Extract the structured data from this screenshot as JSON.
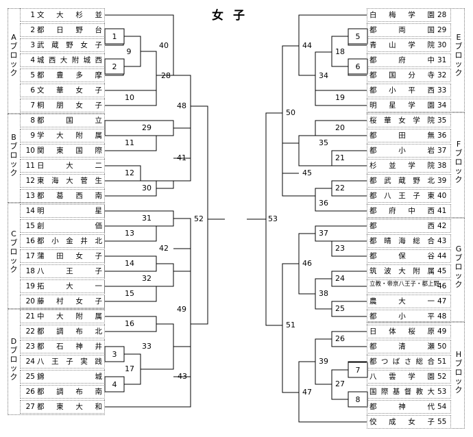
{
  "title": "女子",
  "left_blocks": [
    {
      "label": "Aブロック",
      "teams": [
        {
          "no": "1",
          "name": "文大杉並"
        },
        {
          "no": "2",
          "name": "都日野台"
        },
        {
          "no": "3",
          "name": "武蔵野女子"
        },
        {
          "no": "4",
          "name": "城西大附城西"
        },
        {
          "no": "5",
          "name": "都豊多摩"
        },
        {
          "no": "6",
          "name": "文華女子"
        },
        {
          "no": "7",
          "name": "桐朋女子"
        }
      ]
    },
    {
      "label": "Bブロック",
      "teams": [
        {
          "no": "8",
          "name": "都国立"
        },
        {
          "no": "9",
          "name": "学大附属"
        },
        {
          "no": "10",
          "name": "関東国際"
        },
        {
          "no": "11",
          "name": "日大二"
        },
        {
          "no": "12",
          "name": "東海大菅生"
        },
        {
          "no": "13",
          "name": "都葛西南"
        }
      ]
    },
    {
      "label": "Cブロック",
      "teams": [
        {
          "no": "14",
          "name": "明星"
        },
        {
          "no": "15",
          "name": "創価"
        },
        {
          "no": "16",
          "name": "都小金井北"
        },
        {
          "no": "17",
          "name": "蒲田女子"
        },
        {
          "no": "18",
          "name": "八王子"
        },
        {
          "no": "19",
          "name": "拓大一"
        },
        {
          "no": "20",
          "name": "藤村女子"
        }
      ]
    },
    {
      "label": "Dブロック",
      "teams": [
        {
          "no": "21",
          "name": "中大附属"
        },
        {
          "no": "22",
          "name": "都調布北"
        },
        {
          "no": "23",
          "name": "都石神井"
        },
        {
          "no": "24",
          "name": "八王子実践"
        },
        {
          "no": "25",
          "name": "錦城"
        },
        {
          "no": "26",
          "name": "都調布南"
        },
        {
          "no": "27",
          "name": "都東大和"
        }
      ]
    }
  ],
  "right_blocks": [
    {
      "label": "Eブロック",
      "teams": [
        {
          "no": "28",
          "name": "白梅学園"
        },
        {
          "no": "29",
          "name": "都両国"
        },
        {
          "no": "30",
          "name": "青山学院"
        },
        {
          "no": "31",
          "name": "都府中"
        },
        {
          "no": "32",
          "name": "都国分寺"
        },
        {
          "no": "33",
          "name": "都小平西"
        },
        {
          "no": "34",
          "name": "明星学園"
        }
      ]
    },
    {
      "label": "Fブロック",
      "teams": [
        {
          "no": "35",
          "name": "桜華女学院"
        },
        {
          "no": "36",
          "name": "都田無"
        },
        {
          "no": "37",
          "name": "都小岩"
        },
        {
          "no": "38",
          "name": "杉並学院"
        },
        {
          "no": "39",
          "name": "都武蔵野北"
        },
        {
          "no": "40",
          "name": "都八王子東"
        },
        {
          "no": "41",
          "name": "都府中西"
        }
      ]
    },
    {
      "label": "Gブロック",
      "teams": [
        {
          "no": "42",
          "name": "都西"
        },
        {
          "no": "43",
          "name": "都晴海総合"
        },
        {
          "no": "44",
          "name": "都保谷"
        },
        {
          "no": "45",
          "name": "筑波大附属"
        },
        {
          "no": "46",
          "name": "立教・帝京八王子・都上野"
        },
        {
          "no": "47",
          "name": "農大一"
        },
        {
          "no": "48",
          "name": "都小平"
        }
      ]
    },
    {
      "label": "Hブロック",
      "teams": [
        {
          "no": "49",
          "name": "日体桜原"
        },
        {
          "no": "50",
          "name": "都清瀬"
        },
        {
          "no": "51",
          "name": "都つばさ総合"
        },
        {
          "no": "52",
          "name": "八雲学園"
        },
        {
          "no": "53",
          "name": "国際基督教大"
        },
        {
          "no": "54",
          "name": "都神代"
        },
        {
          "no": "55",
          "name": "佼成女子"
        }
      ]
    }
  ],
  "match_numbers": {
    "m1": "1",
    "m2": "2",
    "m3": "3",
    "m4": "4",
    "m5": "5",
    "m6": "6",
    "m7": "7",
    "m8": "8",
    "m9": "9",
    "m10": "10",
    "m11": "11",
    "m12": "12",
    "m13": "13",
    "m14": "14",
    "m15": "15",
    "m16": "16",
    "m17": "17",
    "m18": "18",
    "m19": "19",
    "m20": "20",
    "m21": "21",
    "m22": "22",
    "m23": "23",
    "m24": "24",
    "m25": "25",
    "m26": "26",
    "m27": "27",
    "m28": "28",
    "m29": "29",
    "m30": "30",
    "m31": "31",
    "m32": "32",
    "m33": "33",
    "m34": "34",
    "m35": "35",
    "m36": "36",
    "m37": "37",
    "m38": "38",
    "m39": "39",
    "m40": "40",
    "m41": "41",
    "m42": "42",
    "m43": "43",
    "m44": "44",
    "m45": "45",
    "m46": "46",
    "m47": "47",
    "m48": "48",
    "m49": "49",
    "m50": "50",
    "m51": "51",
    "m52": "52",
    "m53": "53"
  }
}
